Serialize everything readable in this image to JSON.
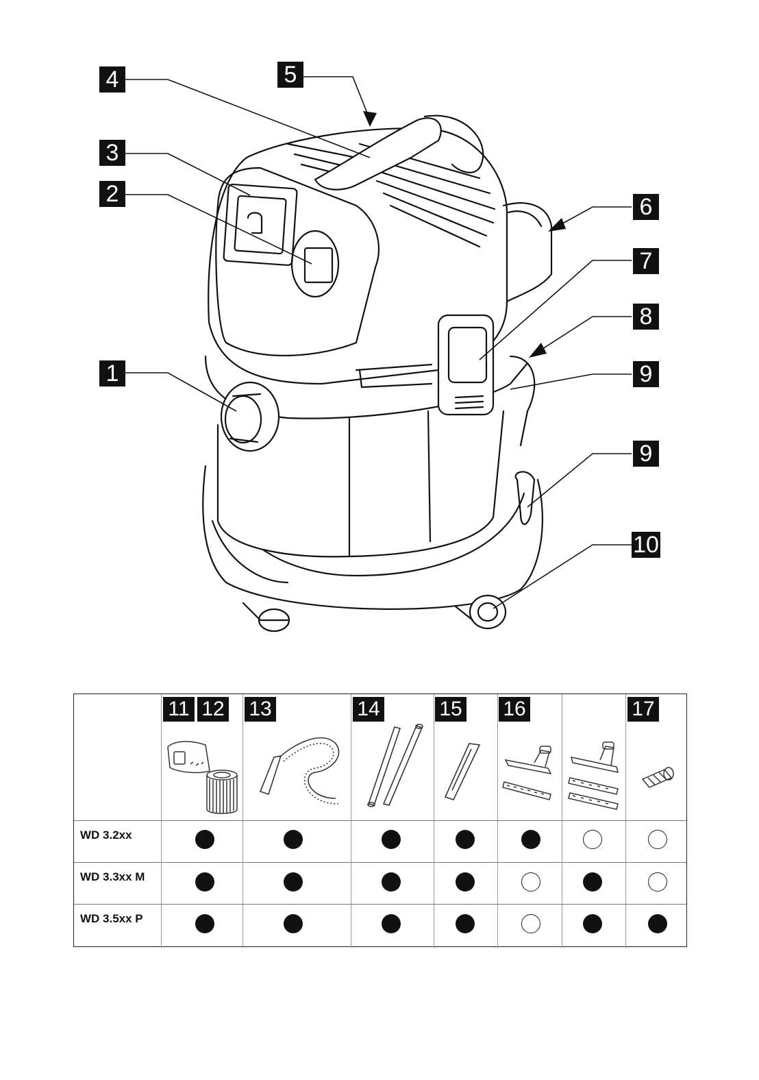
{
  "figure": {
    "callouts": [
      "4",
      "5",
      "3",
      "2",
      "6",
      "7",
      "8",
      "1",
      "9",
      "9",
      "10"
    ]
  },
  "accessory_table": {
    "column_numbers": [
      "11",
      "12",
      "13",
      "14",
      "15",
      "16",
      "17"
    ],
    "accessory_icons": [
      "filter-bag-icon",
      "cartridge-filter-icon",
      "suction-hose-icon",
      "suction-tubes-icon",
      "crevice-nozzle-icon",
      "floor-nozzle-icon",
      "floor-nozzle-clip-inserts-icon",
      "adapter-icon"
    ],
    "rows": [
      {
        "model": "WD 3.2xx",
        "included": [
          true,
          true,
          true,
          true,
          true,
          false,
          false
        ]
      },
      {
        "model": "WD 3.3xx M",
        "included": [
          true,
          true,
          true,
          true,
          false,
          true,
          false
        ]
      },
      {
        "model": "WD 3.5xx P",
        "included": [
          true,
          true,
          true,
          true,
          false,
          true,
          true
        ]
      }
    ],
    "colors": {
      "filled": "#111111",
      "empty": "#ffffff"
    }
  }
}
